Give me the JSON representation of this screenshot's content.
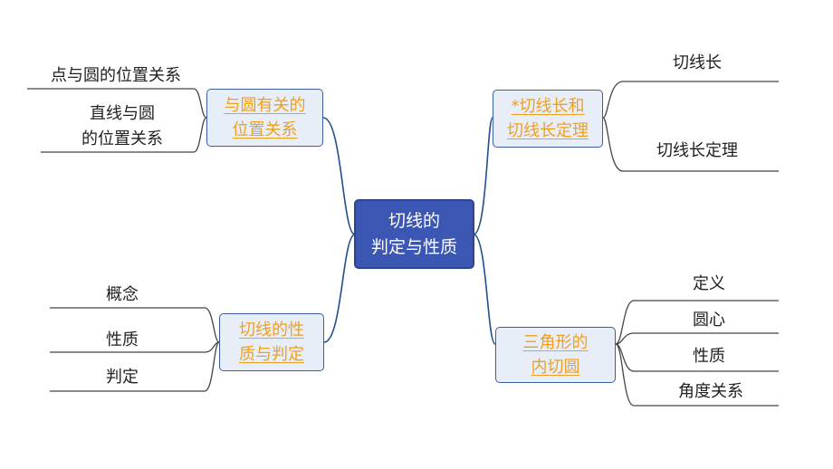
{
  "colors": {
    "center_fill": "#3b56b3",
    "topic_fill": "#e8eef7",
    "topic_border": "#3a5fa0",
    "topic_text": "#f0a020",
    "connector": "#1f4f8c",
    "leaf_line": "#444444"
  },
  "center": {
    "line1": "切线的",
    "line2": "判定与性质"
  },
  "topics": {
    "circle_relation": {
      "line1": "与圆有关的",
      "line2": "位置关系",
      "leaves": [
        "点与圆的位置关系",
        "直线与圆",
        "的位置关系"
      ]
    },
    "tangent_length": {
      "line1": "*切线长和",
      "line2": "切线长定理",
      "leaves": [
        "切线长",
        "切线长定理"
      ]
    },
    "tangent_properties": {
      "line1": "切线的性",
      "line2": "质与判定",
      "leaves": [
        "概念",
        "性质",
        "判定"
      ]
    },
    "incircle": {
      "line1": "三角形的",
      "line2": "内切圆",
      "leaves": [
        "定义",
        "圆心",
        "性质",
        "角度关系"
      ]
    }
  }
}
